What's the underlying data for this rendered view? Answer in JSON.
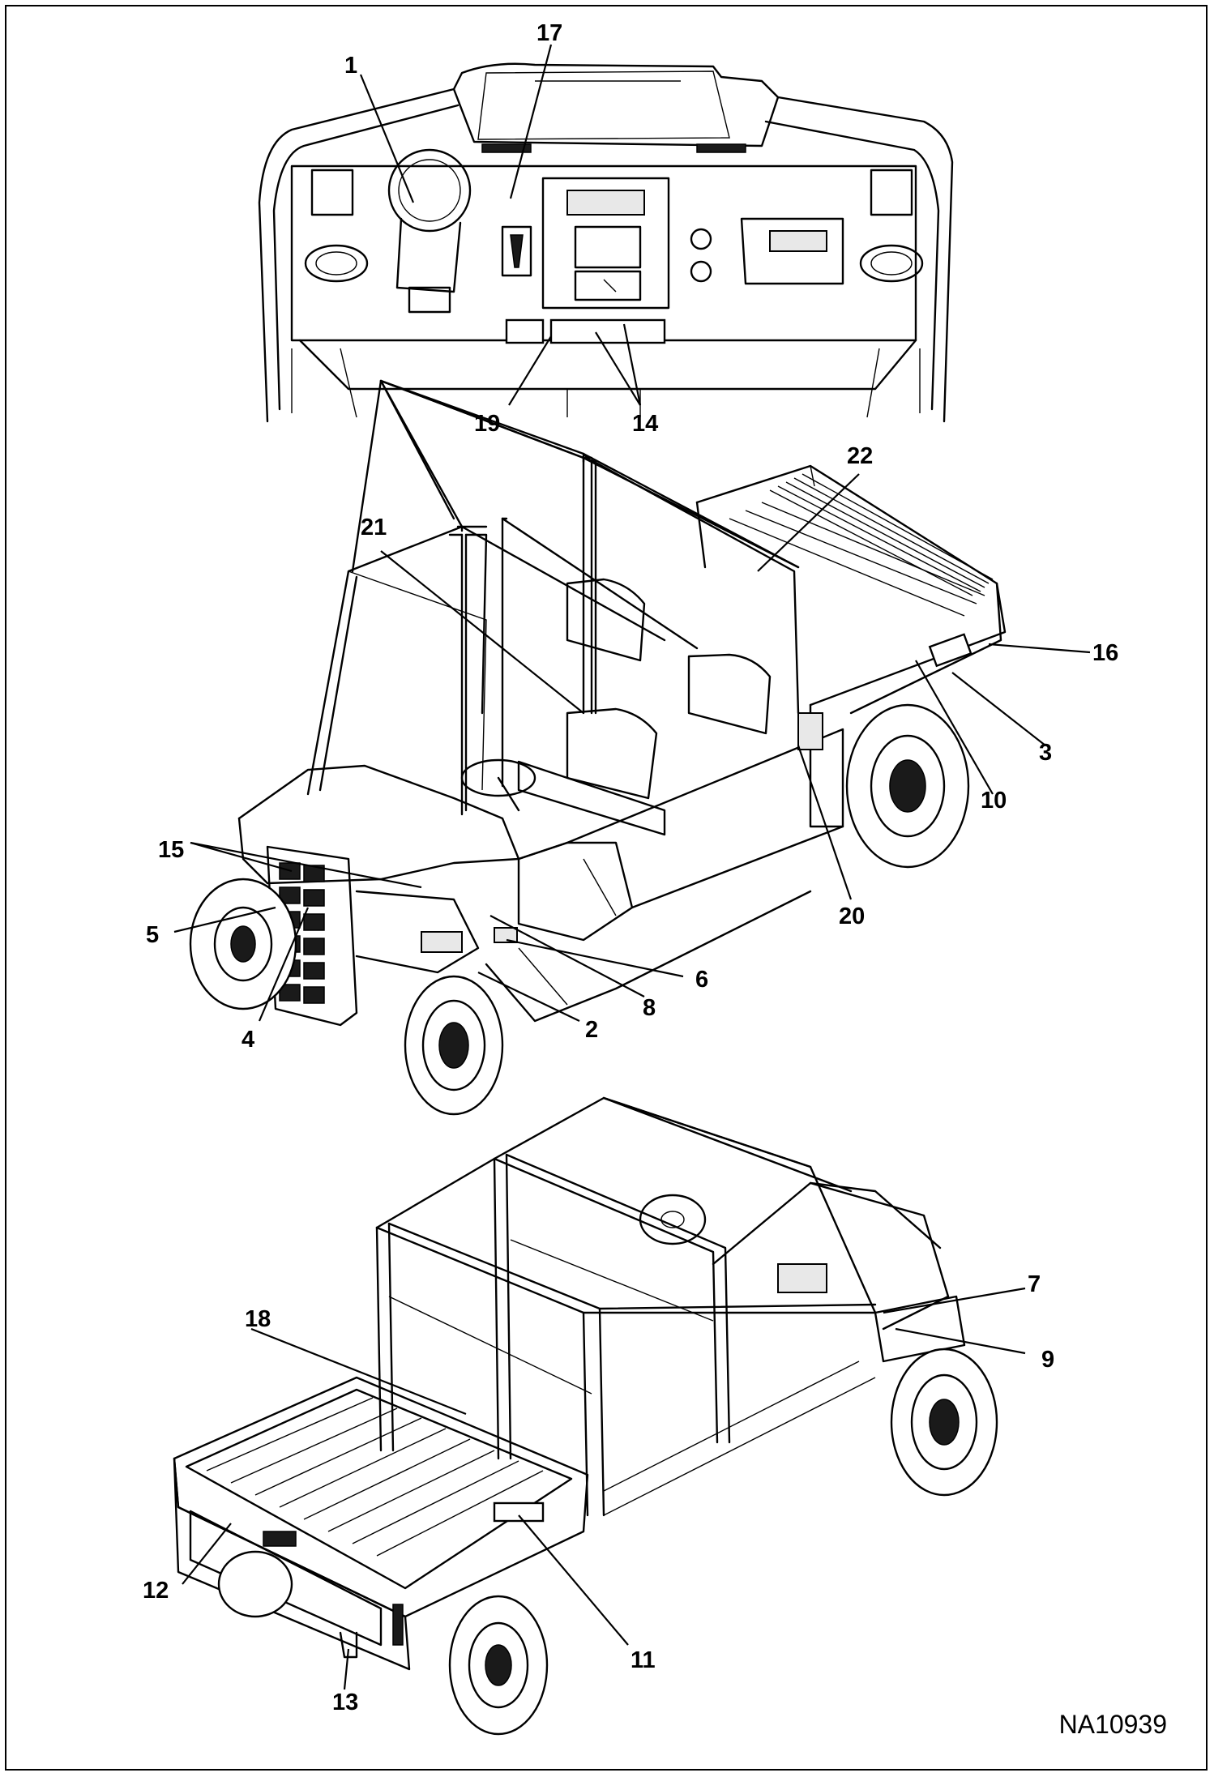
{
  "figure_id": "NA10939",
  "views": {
    "dashboard": {
      "callouts": [
        {
          "label": "1"
        },
        {
          "label": "17"
        },
        {
          "label": "19"
        },
        {
          "label": "14"
        }
      ]
    },
    "front_view": {
      "callouts": [
        {
          "label": "22"
        },
        {
          "label": "21"
        },
        {
          "label": "16"
        },
        {
          "label": "3"
        },
        {
          "label": "10"
        },
        {
          "label": "15"
        },
        {
          "label": "20"
        },
        {
          "label": "5"
        },
        {
          "label": "6"
        },
        {
          "label": "8"
        },
        {
          "label": "2"
        },
        {
          "label": "4"
        }
      ]
    },
    "rear_view": {
      "callouts": [
        {
          "label": "7"
        },
        {
          "label": "9"
        },
        {
          "label": "18"
        },
        {
          "label": "12"
        },
        {
          "label": "11"
        },
        {
          "label": "13"
        }
      ]
    }
  }
}
